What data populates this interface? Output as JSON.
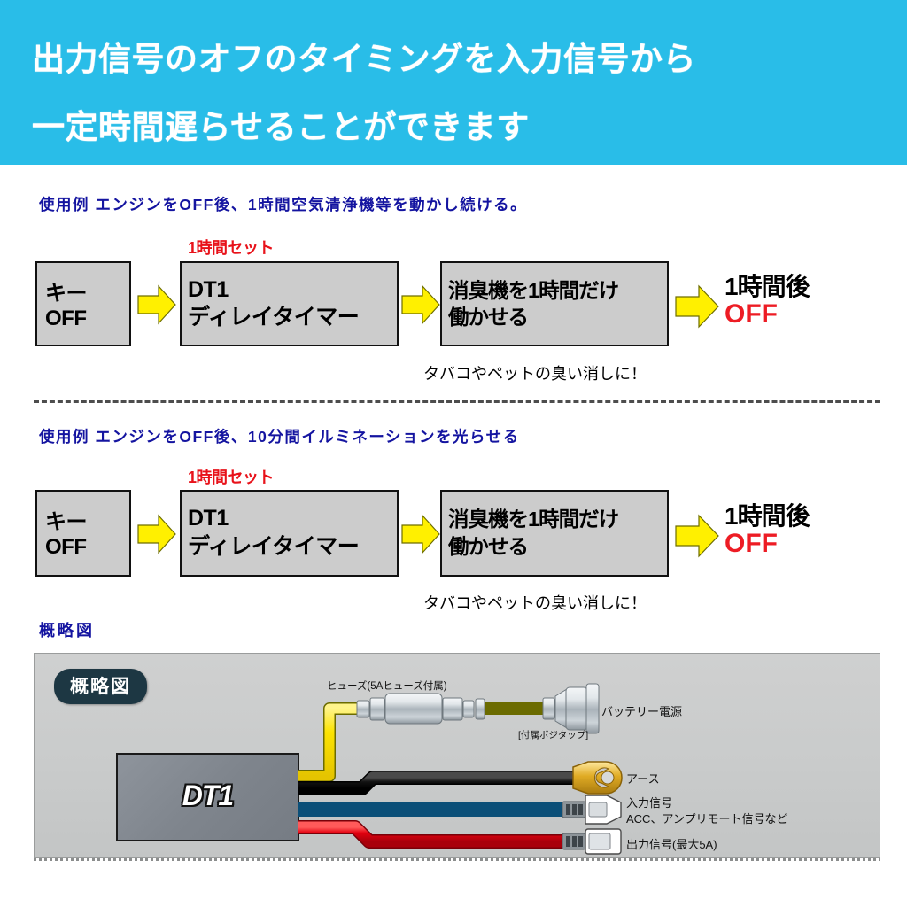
{
  "header": {
    "line1": "出力信号のオフのタイミングを入力信号から",
    "line2": "一定時間遅らせることができます",
    "bg_color": "#29BDE8",
    "text_color": "#FFFFFF"
  },
  "examples": [
    {
      "usecase": "使用例 エンジンをOFF後、1時間空気清浄機等を動かし続ける。",
      "set_label": "1時間セット",
      "box_key": "キー\nOFF",
      "box_key_line1": "キー",
      "box_key_line2": "OFF",
      "box_device_line1": "DT1",
      "box_device_line2": "ディレイタイマー",
      "box_action_line1": "消臭機を1時間だけ",
      "box_action_line2": "働かせる",
      "caption": "タバコやペットの臭い消しに！",
      "result_line1": "1時間後",
      "result_line2": "OFF"
    },
    {
      "usecase": "使用例 エンジンをOFF後、10分間イルミネーションを光らせる",
      "set_label": "1時間セット",
      "box_key_line1": "キー",
      "box_key_line2": "OFF",
      "box_device_line1": "DT1",
      "box_device_line2": "ディレイタイマー",
      "box_action_line1": "消臭機を1時間だけ",
      "box_action_line2": "働かせる",
      "caption": "タバコやペットの臭い消しに！",
      "result_line1": "1時間後",
      "result_line2": "OFF"
    }
  ],
  "schematic": {
    "title": "概略図",
    "badge": "概略図",
    "unit_label": "DT1",
    "labels": {
      "fuse": "ヒューズ(5Aヒューズ付属)",
      "battery": "バッテリー電源",
      "tap": "[付属ボジタップ]",
      "ground": "アース",
      "input_line1": "入力信号",
      "input_line2": "ACC、アンプリモート信号など",
      "output": "出力信号(最大5A)"
    },
    "wire_colors": {
      "battery": "#FCE300",
      "ground": "#111111",
      "input": "#1B8FD1",
      "output": "#E3000F",
      "terminal": "#D8A21E"
    }
  },
  "colors": {
    "accent_blue": "#29BDE8",
    "label_blue": "#1414A0",
    "red": "#ED1C24",
    "arrow_yellow": "#FFF000",
    "box_gray": "#CCCCCC"
  }
}
